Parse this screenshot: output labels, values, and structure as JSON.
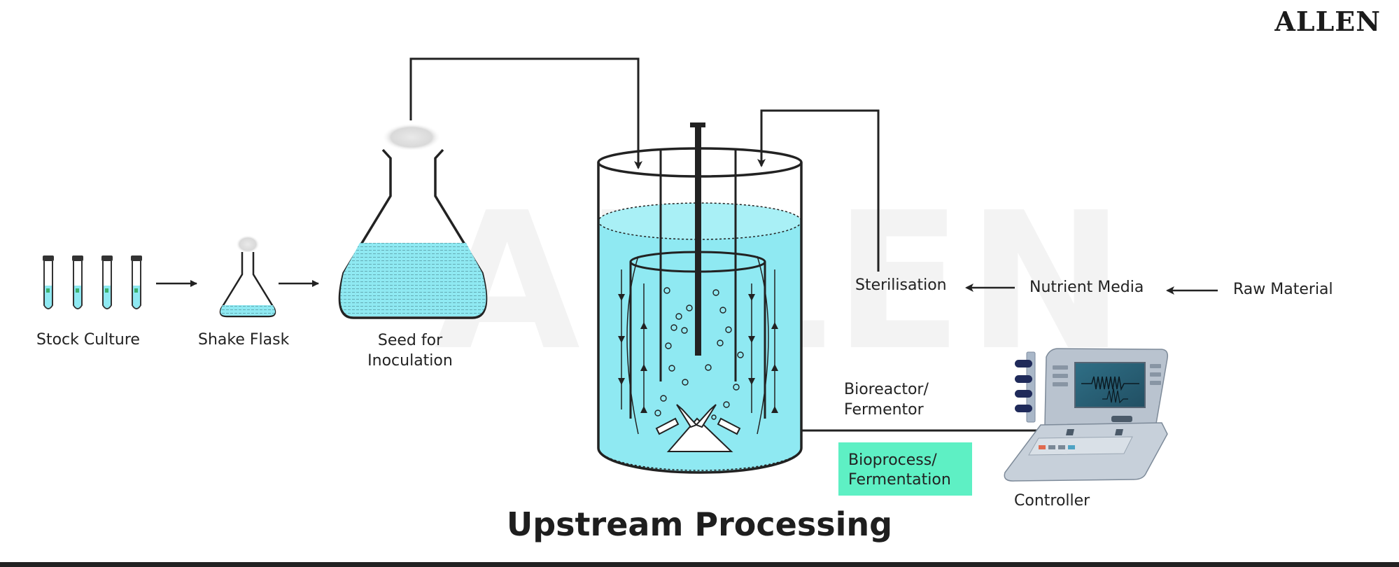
{
  "brand": "ALLEN",
  "title": "Upstream Processing",
  "labels": {
    "stock_culture": "Stock Culture",
    "shake_flask": "Shake Flask",
    "seed": "Seed for\nInoculation",
    "sterilisation": "Sterilisation",
    "nutrient_media": "Nutrient Media",
    "raw_material": "Raw Material",
    "bioreactor": "Bioreactor/\nFermentor",
    "bioprocess": "Bioprocess/\nFermentation",
    "controller": "Controller"
  },
  "colors": {
    "liquid": "#8fe9f2",
    "liquid_dark": "#5fd6e6",
    "highlight": "#5ef0c4",
    "line": "#222222"
  },
  "icons": [
    "test-tube-icon",
    "conical-flask-icon",
    "bioreactor-icon",
    "controller-device-icon"
  ]
}
